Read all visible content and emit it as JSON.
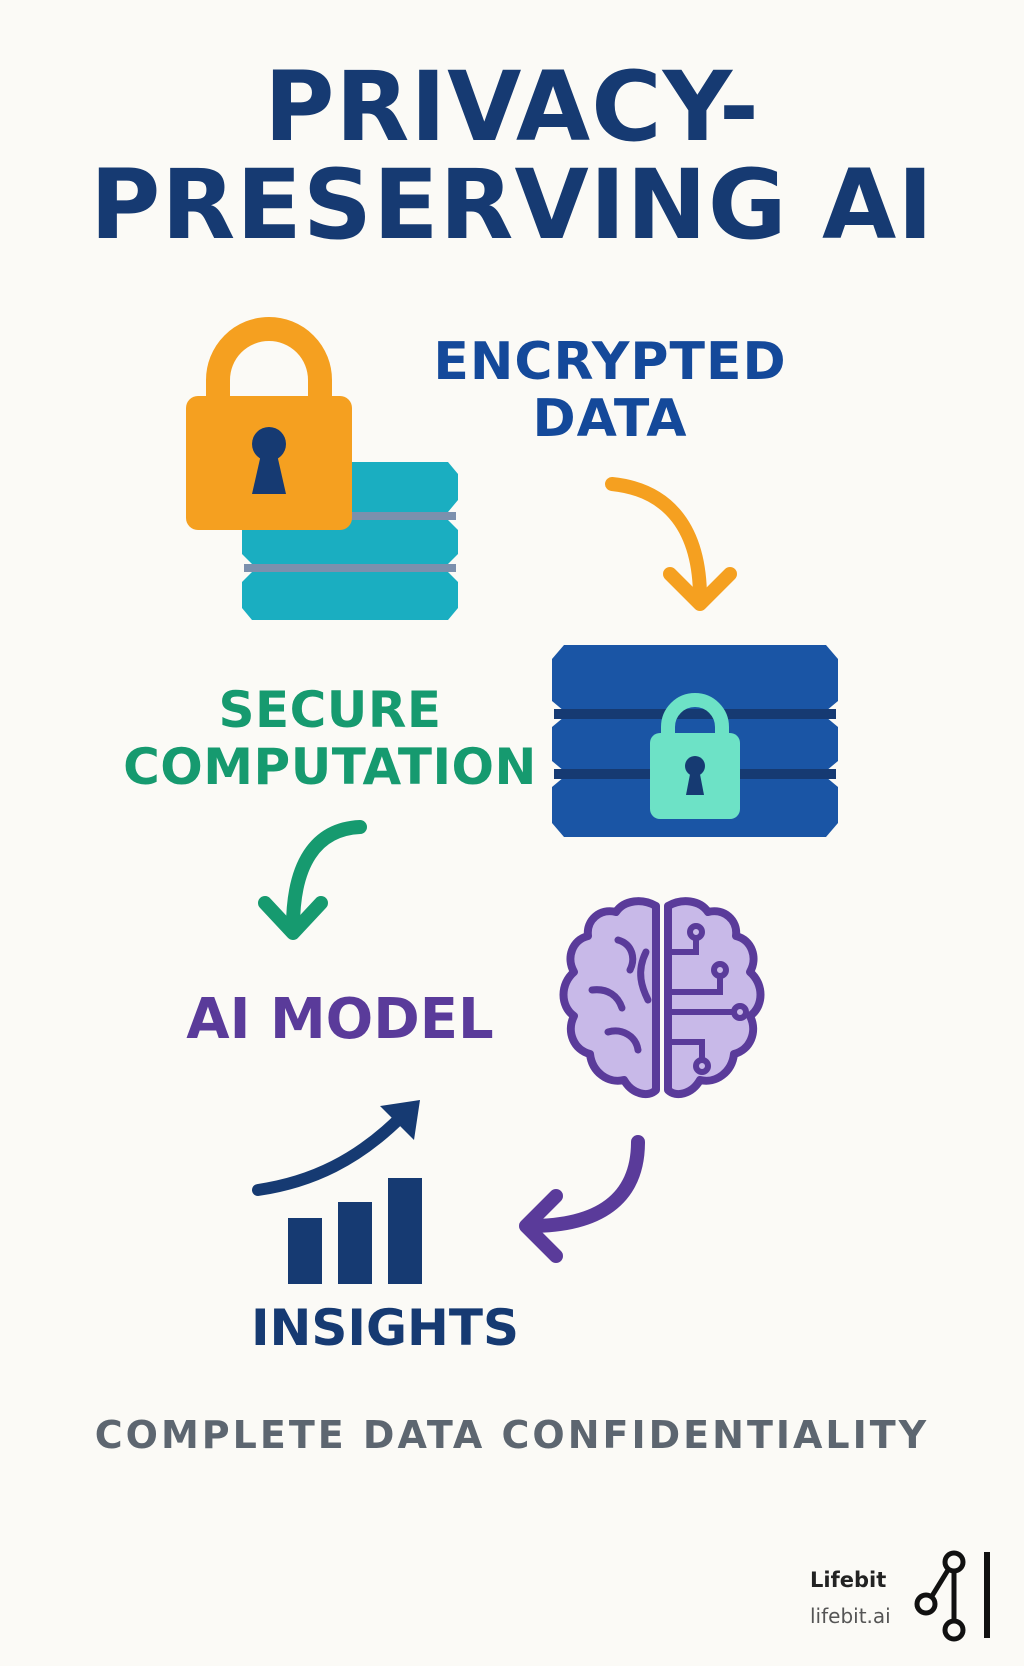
{
  "title": {
    "line1": "PRIVACY-",
    "line2": "PRESERVING AI"
  },
  "steps": [
    {
      "label": "ENCRYPTED",
      "label2": "DATA",
      "color": "#14499a"
    },
    {
      "label": "SECURE",
      "label2": "COMPUTATION",
      "color": "#169a6f"
    },
    {
      "label": "AI MODEL",
      "color": "#5a3b9a"
    },
    {
      "label": "INSIGHTS",
      "color": "#163a72"
    }
  ],
  "tagline": "COMPLETE DATA CONFIDENTIALITY",
  "brand": {
    "name": "Lifebit",
    "url": "lifebit.ai"
  },
  "icons": [
    "padlock-icon",
    "database-icon",
    "locked-database-icon",
    "brain-circuit-icon",
    "bar-chart-growth-icon",
    "lifebit-logo-icon"
  ],
  "colors": {
    "navy": "#163a72",
    "blue": "#1a55a5",
    "orange": "#f5a020",
    "teal": "#1aaec1",
    "green": "#169a6f",
    "mint": "#6de2c6",
    "purple": "#5a3b9a",
    "lavender": "#c8b9e8",
    "grey": "#5d6670"
  }
}
